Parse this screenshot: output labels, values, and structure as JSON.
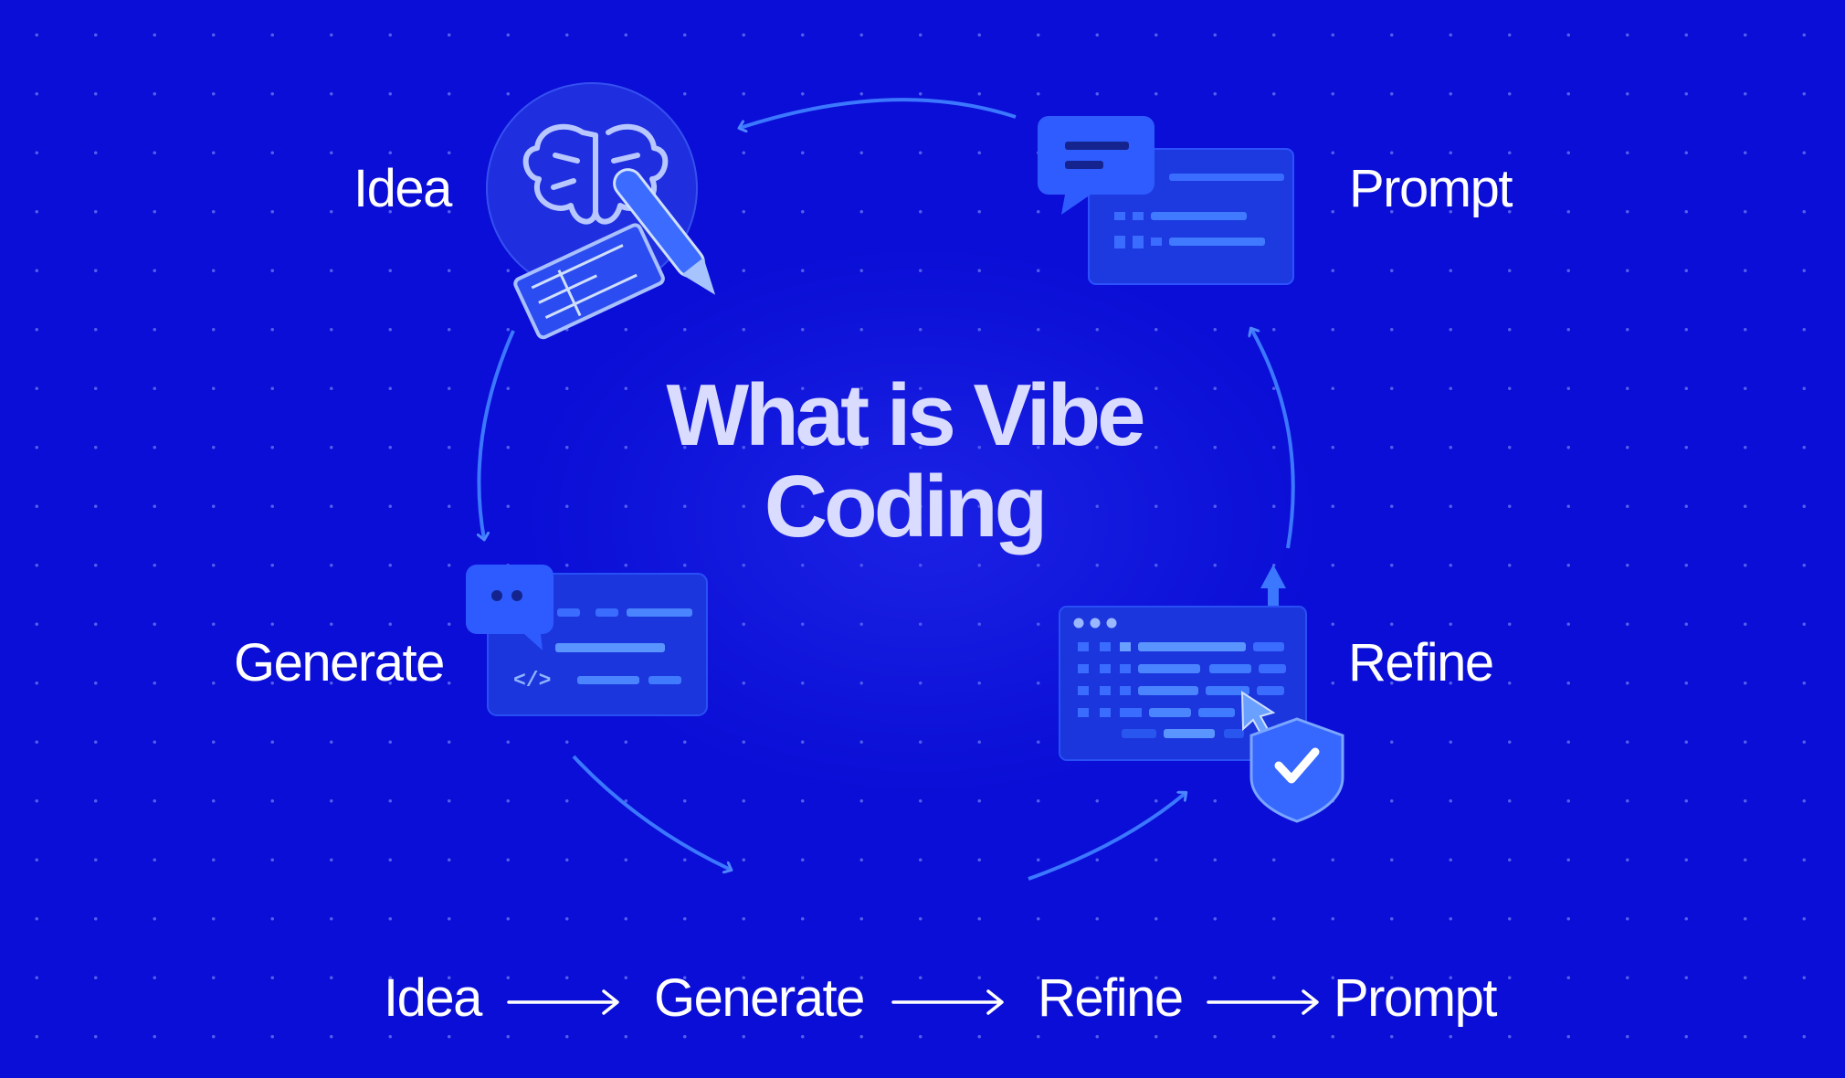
{
  "title": {
    "line1": "What is Vibe",
    "line2": "Coding"
  },
  "cycle": {
    "idea": "Idea",
    "prompt": "Prompt",
    "generate": "Generate",
    "refine": "Refine"
  },
  "flow": [
    "Idea",
    "Generate",
    "Refine",
    "Prompt"
  ],
  "colors": {
    "background": "#0a0ed6",
    "accent": "#3b7bff",
    "panel": "#1a34d8",
    "title": "#d9dcff",
    "text": "#ffffff"
  },
  "icons": {
    "idea": "brain-pen-icon",
    "prompt": "chat-window-icon",
    "generate": "code-chat-window-icon",
    "refine": "editor-shield-check-icon"
  }
}
